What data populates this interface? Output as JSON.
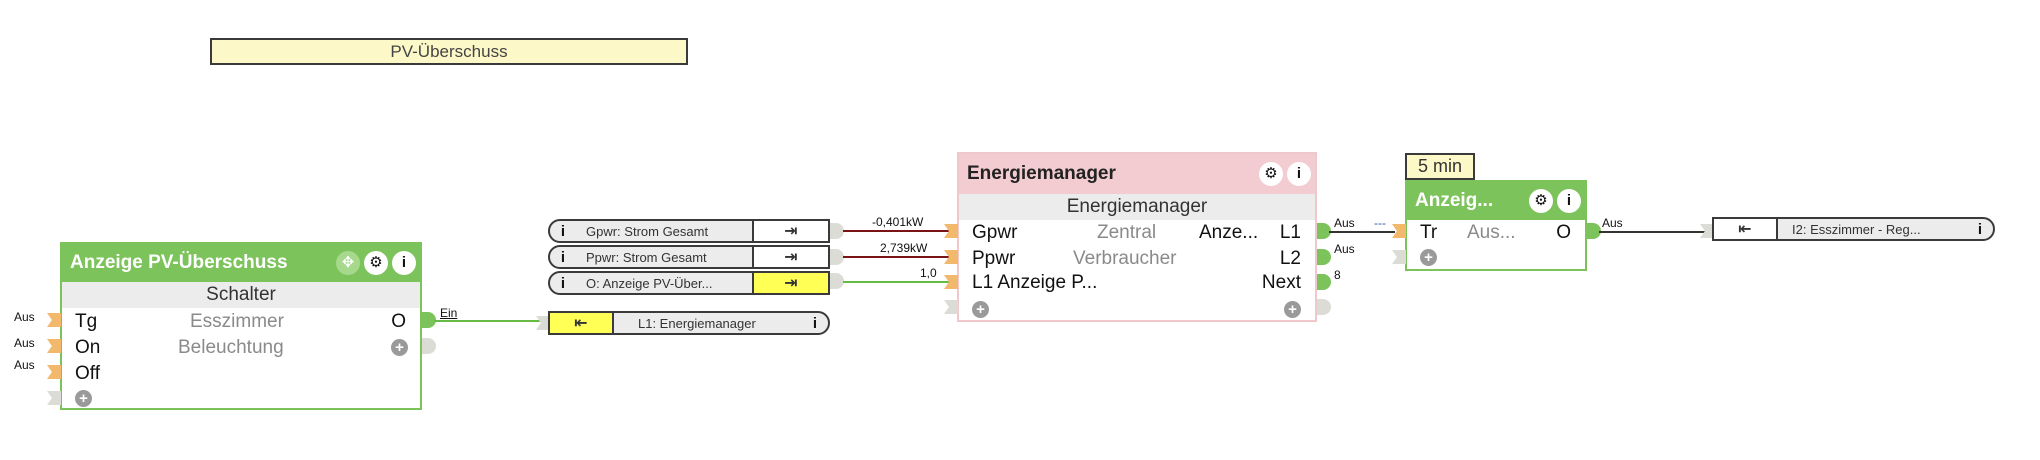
{
  "comment": {
    "text": "PV-Überschuss"
  },
  "block_switch": {
    "title": "Anzeige PV-Überschuss",
    "subtitle": "Schalter",
    "location1": "Esszimmer",
    "location2": "Beleuchtung",
    "inputs": [
      {
        "name": "Tg",
        "value": "Aus"
      },
      {
        "name": "On",
        "value": "Aus"
      },
      {
        "name": "Off",
        "value": "Aus"
      }
    ],
    "output": {
      "name": "O",
      "value": "Ein"
    },
    "icons": [
      "move-icon",
      "gear-icon",
      "info-icon"
    ]
  },
  "input_refs": [
    {
      "label": "Gpwr: Strom Gesamt",
      "value": "-0,401kW",
      "highlight": false
    },
    {
      "label": "Ppwr: Strom Gesamt",
      "value": "2,739kW",
      "highlight": false
    },
    {
      "label": "O: Anzeige PV-Über...",
      "value": "1,0",
      "highlight": true
    }
  ],
  "output_ref_l1": {
    "label": "L1: Energiemanager"
  },
  "block_energy": {
    "title": "Energiemanager",
    "subtitle": "Energiemanager",
    "location1": "Zentral",
    "location2": "Verbraucher",
    "inputs": [
      {
        "name": "Gpwr"
      },
      {
        "name": "Ppwr"
      },
      {
        "name": "L1 Anzeige P..."
      }
    ],
    "output_extra": "Anze...",
    "outputs": [
      {
        "name": "L1",
        "value": "Aus"
      },
      {
        "name": "L2",
        "value": "Aus"
      },
      {
        "name": "Next",
        "value": "8"
      }
    ]
  },
  "block_timer": {
    "timer_label": "5 min",
    "title": "Anzeig...",
    "input": {
      "name": "Tr",
      "value_hint": "---"
    },
    "middle": "Aus...",
    "output": {
      "name": "O",
      "value": "Aus"
    }
  },
  "output_ref_i2": {
    "label": "I2: Esszimmer - Reg..."
  }
}
